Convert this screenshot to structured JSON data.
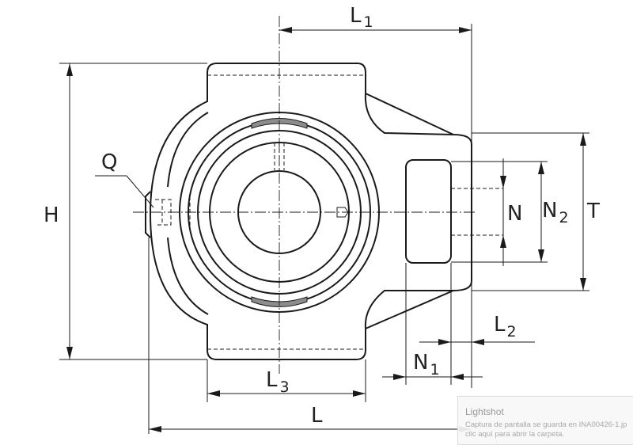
{
  "labels": {
    "L1": {
      "main": "L",
      "sub": "1"
    },
    "H": {
      "main": "H"
    },
    "Q": {
      "main": "Q"
    },
    "N": {
      "main": "N"
    },
    "N2": {
      "main": "N",
      "sub": "2"
    },
    "T": {
      "main": "T"
    },
    "L2": {
      "main": "L",
      "sub": "2"
    },
    "N1": {
      "main": "N",
      "sub": "1"
    },
    "L3": {
      "main": "L",
      "sub": "3"
    },
    "L": {
      "main": "L"
    }
  },
  "notification": {
    "app": "Lightshot",
    "line1": "Captura de pantalla se guarda en INA00426-1.jp",
    "line2": "clic aquí para abrir la carpeta."
  }
}
